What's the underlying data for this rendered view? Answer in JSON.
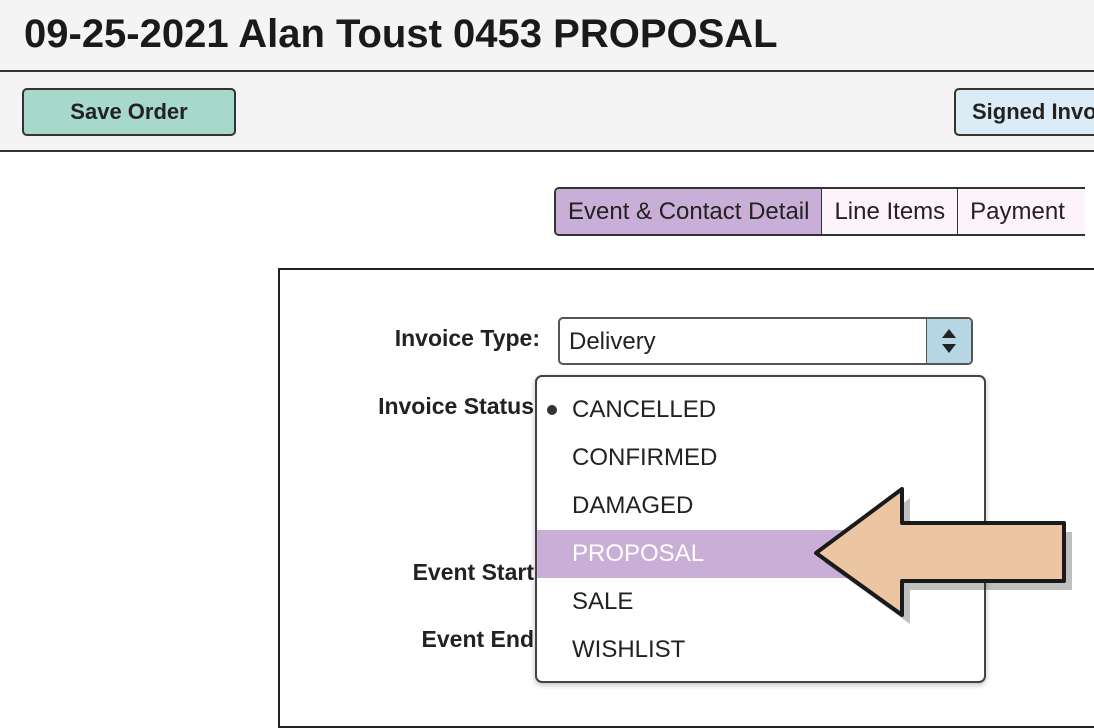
{
  "header": {
    "title": "09-25-2021 Alan Toust 0453 PROPOSAL"
  },
  "toolbar": {
    "save_label": "Save Order",
    "signed_label": "Signed Invoice"
  },
  "tabs": [
    {
      "label": "Event & Contact Detail",
      "active": true
    },
    {
      "label": "Line Items",
      "active": false
    },
    {
      "label": "Payment",
      "active": false
    }
  ],
  "form": {
    "invoice_type_label": "Invoice Type:",
    "invoice_type_value": "Delivery",
    "invoice_status_label": "Invoice Status",
    "event_start_label": "Event Start",
    "event_end_label": "Event End"
  },
  "status_options": [
    {
      "label": "CANCELLED",
      "selected": true
    },
    {
      "label": "CONFIRMED"
    },
    {
      "label": "DAMAGED"
    },
    {
      "label": "PROPOSAL",
      "highlighted": true
    },
    {
      "label": "SALE"
    },
    {
      "label": "WISHLIST"
    }
  ],
  "colors": {
    "save_button": "#a6d8cb",
    "signed_button": "#dbecf6",
    "active_tab": "#c9aed8",
    "highlight": "#c9aed8",
    "arrow_fill": "#ecc6a3",
    "select_arrows": "#b7d6e4"
  },
  "icons": {
    "pointer_arrow": "left-arrow-icon",
    "select_toggle": "up-down-arrows-icon"
  }
}
